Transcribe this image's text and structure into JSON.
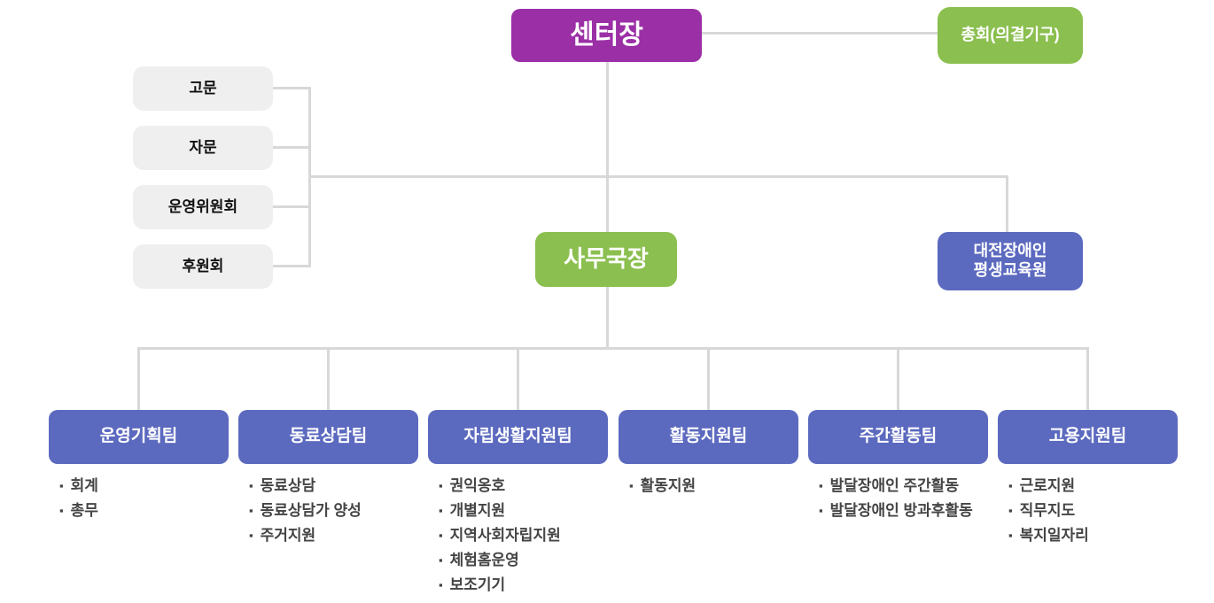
{
  "colors": {
    "purple": "#9b2fa6",
    "green": "#8bbf4f",
    "blue": "#5b69bf",
    "gray_box": "#efefef",
    "line": "#d8d8d8",
    "list_text": "#444444"
  },
  "org": {
    "root": {
      "label": "센터장"
    },
    "assembly": {
      "label": "총회(의결기구)"
    },
    "advisors": [
      {
        "label": "고문"
      },
      {
        "label": "자문"
      },
      {
        "label": "운영위원회"
      },
      {
        "label": "후원회"
      }
    ],
    "director": {
      "label": "사무국장"
    },
    "institute": {
      "label_line1": "대전장애인",
      "label_line2": "평생교육원"
    },
    "teams": [
      {
        "label": "운영기획팀",
        "items": [
          "회계",
          "총무"
        ]
      },
      {
        "label": "동료상담팀",
        "items": [
          "동료상담",
          "동료상담가 양성",
          "주거지원"
        ]
      },
      {
        "label": "자립생활지원팀",
        "items": [
          "권익옹호",
          "개별지원",
          "지역사회자립지원",
          "체험홈운영",
          "보조기기"
        ]
      },
      {
        "label": "활동지원팀",
        "items": [
          "활동지원"
        ]
      },
      {
        "label": "주간활동팀",
        "items": [
          "발달장애인 주간활동",
          "발달장애인 방과후활동"
        ]
      },
      {
        "label": "고용지원팀",
        "items": [
          "근로지원",
          "직무지도",
          "복지일자리"
        ]
      }
    ]
  }
}
